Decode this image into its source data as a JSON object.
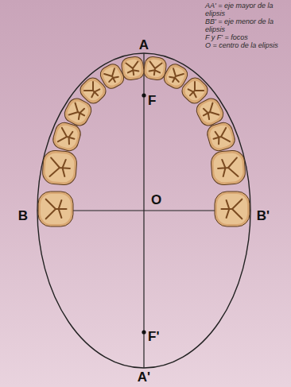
{
  "diagram": {
    "labels": [
      "AA' = eje mayor de la elipsis",
      "BB' = eje menor de la elipsis",
      "F y F' = focos",
      "O = centro de la elipsis",
      "A",
      "F",
      "O",
      "B",
      "B'",
      "F'",
      "A'"
    ]
  }
}
